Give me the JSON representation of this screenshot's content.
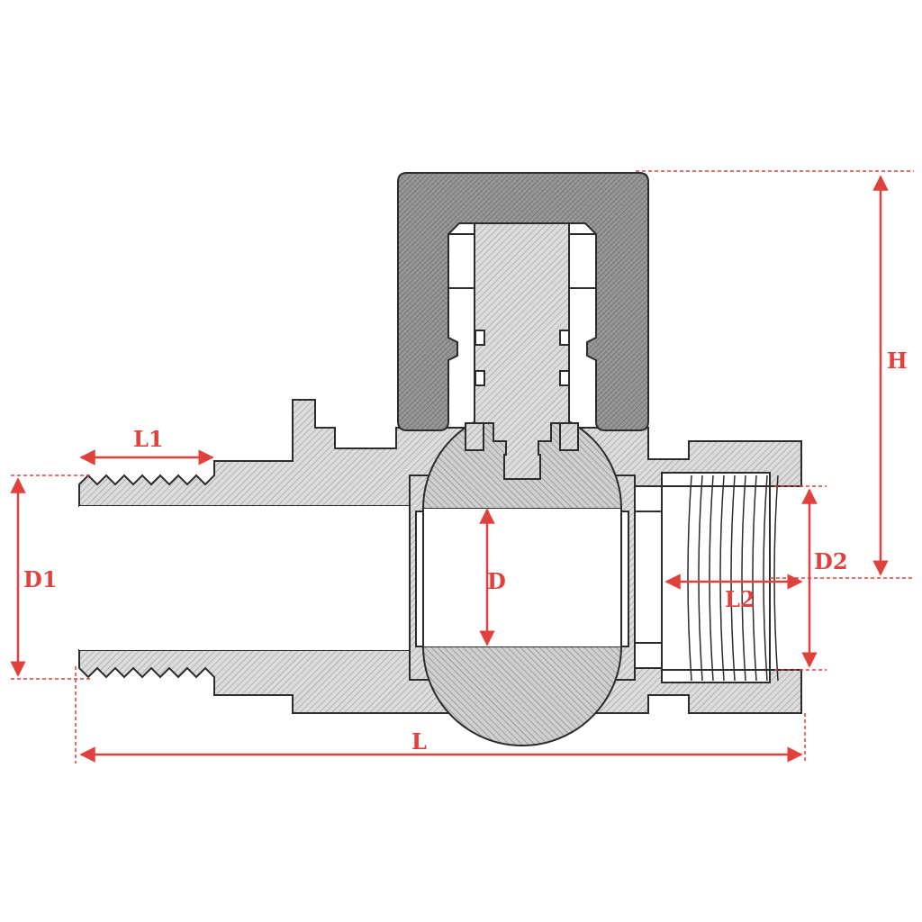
{
  "labels": {
    "L1": "L1",
    "D1": "D1",
    "D": "D",
    "D2": "D2",
    "L2": "L2",
    "H": "H",
    "L": "L"
  },
  "colors": {
    "dimension": "#e0413c",
    "outline": "#2b2b2b",
    "body_hatch_bg": "#d9d9d9",
    "handle_hatch_bg": "#9a9a9a",
    "ball_hatch_bg": "#c8c8c8"
  }
}
